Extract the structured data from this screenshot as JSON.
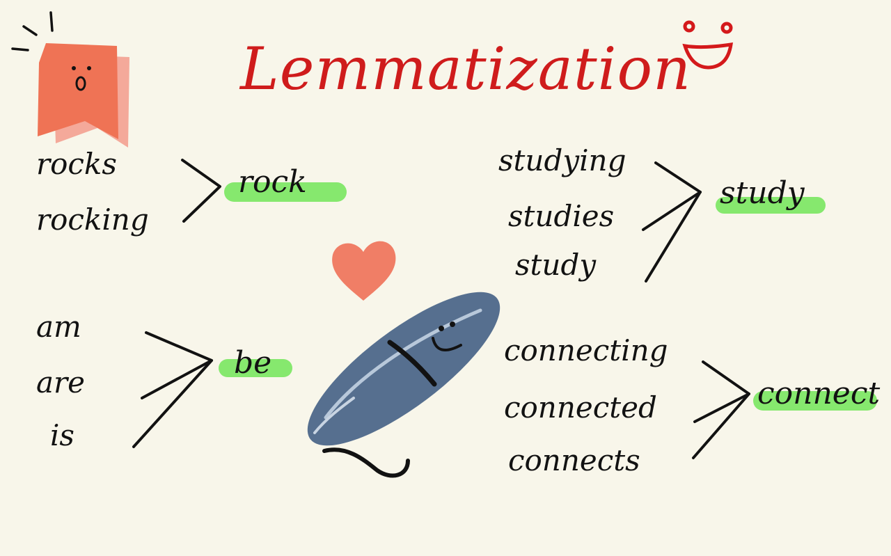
{
  "title": "Lemmatization",
  "groups": [
    {
      "words": [
        "rocks",
        "rocking"
      ],
      "lemma": "rock"
    },
    {
      "words": [
        "studying",
        "studies",
        "study"
      ],
      "lemma": "study"
    },
    {
      "words": [
        "am",
        "are",
        "is"
      ],
      "lemma": "be"
    },
    {
      "words": [
        "connecting",
        "connected",
        "connects"
      ],
      "lemma": "connect"
    }
  ],
  "colors": {
    "title": "#cf1c1c",
    "highlight": "#86e86e",
    "ink": "#121212",
    "bookmark": "#ef7355",
    "heart": "#f07e66",
    "pen": "#566f8f",
    "background": "#f8f6ea"
  },
  "icons": [
    "smiley-face-icon",
    "bookmark-face-icon",
    "heart-icon",
    "pen-icon"
  ]
}
